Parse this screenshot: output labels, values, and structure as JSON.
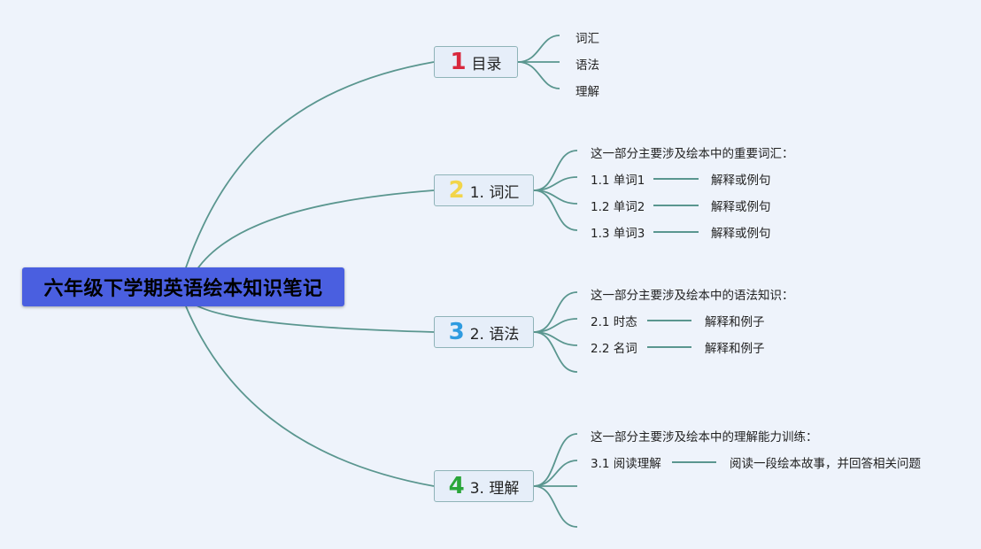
{
  "root": {
    "title": "六年级下学期英语绘本知识笔记"
  },
  "branches": [
    {
      "marker": "1",
      "marker_color": "#d8283d",
      "label": "目录",
      "children": [
        "词汇",
        "语法",
        "理解"
      ]
    },
    {
      "marker": "2",
      "marker_color": "#f2d54a",
      "label": "1. 词汇",
      "intro": "这一部分主要涉及绘本中的重要词汇：",
      "items": [
        {
          "term": "1.1 单词1",
          "note": "解释或例句"
        },
        {
          "term": "1.2 单词2",
          "note": "解释或例句"
        },
        {
          "term": "1.3 单词3",
          "note": "解释或例句"
        }
      ]
    },
    {
      "marker": "3",
      "marker_color": "#2e9be0",
      "label": "2. 语法",
      "intro": "这一部分主要涉及绘本中的语法知识：",
      "items": [
        {
          "term": "2.1 时态",
          "note": "解释和例子"
        },
        {
          "term": "2.2 名词",
          "note": "解释和例子"
        }
      ]
    },
    {
      "marker": "4",
      "marker_color": "#2aa63a",
      "label": "3. 理解",
      "intro": "这一部分主要涉及绘本中的理解能力训练：",
      "items": [
        {
          "term": "3.1 阅读理解",
          "note": "阅读一段绘本故事，并回答相关问题"
        }
      ]
    }
  ],
  "colors": {
    "connector": "#5a968f",
    "root_fill": "#4a5fe0",
    "background": "#eef3fb"
  }
}
